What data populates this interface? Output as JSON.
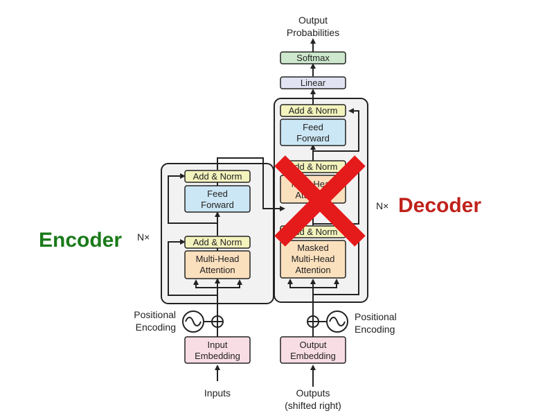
{
  "colors": {
    "encoder": "#1a7a1a",
    "decoder": "#c0221c",
    "cross": "#e51a1a",
    "norm": "#f3f3bd",
    "feedforward": "#cbe6f4",
    "attention": "#fbe0be",
    "embedding": "#f8dde4",
    "softmax": "#cde8cc",
    "linear": "#e2e3f2",
    "stack": "#f2f2f2"
  },
  "labels": {
    "encoder": "Encoder",
    "decoder": "Decoder",
    "enc_nx": "N×",
    "dec_nx": "N×",
    "output_probs_1": "Output",
    "output_probs_2": "Probabilities",
    "softmax": "Softmax",
    "linear": "Linear",
    "dec_addnorm_top": "Add & Norm",
    "dec_ff_1": "Feed",
    "dec_ff_2": "Forward",
    "dec_addnorm_mid": "Add & Norm",
    "dec_mha_1": "Multi-Head",
    "dec_mha_2": "Attention",
    "dec_addnorm_low": "Add & Norm",
    "dec_masked_1": "Masked",
    "dec_masked_2": "Multi-Head",
    "dec_masked_3": "Attention",
    "enc_addnorm_top": "Add & Norm",
    "enc_ff_1": "Feed",
    "enc_ff_2": "Forward",
    "enc_addnorm_low": "Add & Norm",
    "enc_mha_1": "Multi-Head",
    "enc_mha_2": "Attention",
    "enc_pos_1": "Positional",
    "enc_pos_2": "Encoding",
    "dec_pos_1": "Positional",
    "dec_pos_2": "Encoding",
    "input_emb_1": "Input",
    "input_emb_2": "Embedding",
    "output_emb_1": "Output",
    "output_emb_2": "Embedding",
    "inputs": "Inputs",
    "outputs_1": "Outputs",
    "outputs_2": "(shifted right)"
  }
}
